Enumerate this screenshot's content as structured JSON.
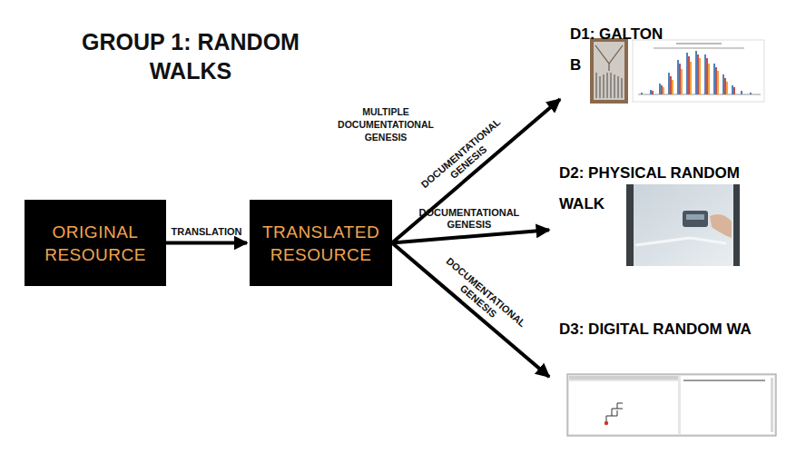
{
  "diagram": {
    "title": "GROUP 1: RANDOM WALKS",
    "nodes": [
      {
        "text": [
          "ORIGINAL RESOURCE"
        ]
      },
      {
        "text": [
          "TRANSLATED RESOURCE"
        ]
      },
      {
        "text": [
          "D1: GALTON B"
        ]
      },
      {
        "text": [
          "D2: PHYSICAL RANDOM WALK"
        ]
      },
      {
        "text": [
          "D3: DIGITAL RANDOM WA"
        ]
      }
    ],
    "edges": [
      {
        "from": 0,
        "to": 1,
        "label": "TRANSLATION",
        "arrow": "to"
      },
      {
        "from": 1,
        "to": 2,
        "label": "DOCUMENTATIONAL GENESIS",
        "arrow": "to"
      },
      {
        "from": 1,
        "to": 3,
        "label": "DOCUMENTATIONAL GENESIS",
        "arrow": "to"
      },
      {
        "from": 1,
        "to": 4,
        "label": "DOCUMENTATIONAL GENESIS",
        "arrow": "to"
      }
    ],
    "labels": [
      "MULTIPLE DOCUMENTATIONAL GENESIS"
    ]
  }
}
